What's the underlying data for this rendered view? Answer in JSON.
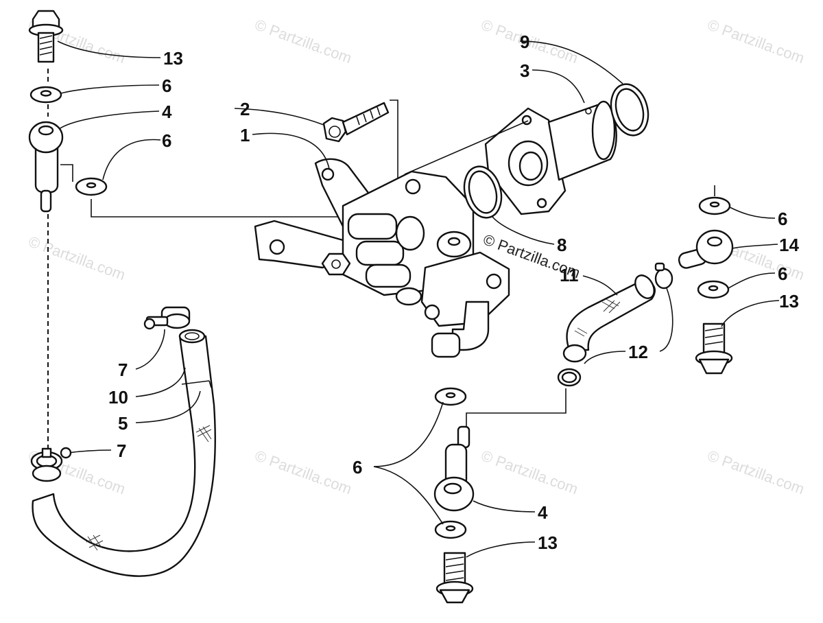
{
  "diagram": {
    "watermark": "© Partzilla.com",
    "callouts": {
      "c1": "1",
      "c2": "2",
      "c3": "3",
      "c4a": "4",
      "c4b": "4",
      "c5": "5",
      "c6a": "6",
      "c6b": "6",
      "c6c": "6",
      "c6d": "6",
      "c6e": "6",
      "c7a": "7",
      "c7b": "7",
      "c8": "8",
      "c9": "9",
      "c10": "10",
      "c11": "11",
      "c12": "12",
      "c13a": "13",
      "c13b": "13",
      "c13c": "13",
      "c14": "14"
    }
  }
}
